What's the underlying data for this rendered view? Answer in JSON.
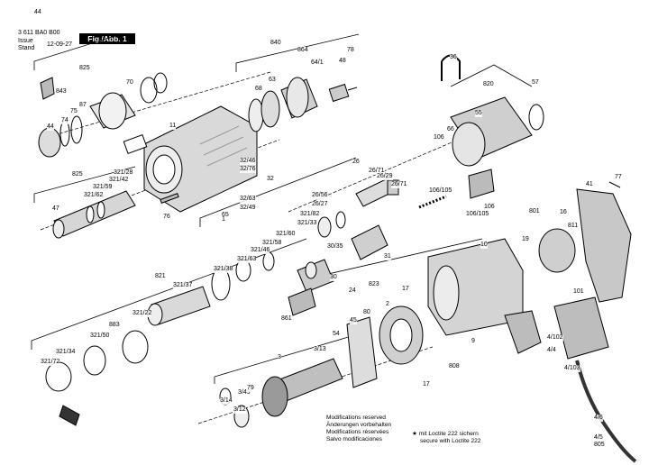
{
  "header": {
    "doc_number": "3 611 BA0 B00",
    "issue_label_line1": "Issue",
    "issue_label_line2": "Stand",
    "issue_date": "12-09-27",
    "figure_label": "Fig./Abb. 1"
  },
  "notes": {
    "mods_line1": "Modifications reserved",
    "mods_line2": "Änderungen vorbehalten",
    "mods_line3": "Modifications réservées",
    "mods_line4": "Salvo modificaciones",
    "loctite_marker": "★",
    "loctite_line1": "mit Loctite 222 sichern",
    "loctite_line2": "secure with Loctite 222"
  },
  "part_labels": [
    "44",
    "843",
    "825",
    "74",
    "75",
    "87",
    "70",
    "44",
    "840",
    "864",
    "64/1",
    "78",
    "68",
    "63",
    "48",
    "11",
    "36",
    "820",
    "57",
    "55",
    "66",
    "106",
    "106/105",
    "106",
    "106/105",
    "26",
    "26/71",
    "26/29",
    "26/71",
    "26/56",
    "26/27",
    "32/46",
    "32/76",
    "32",
    "32/63",
    "32/49",
    "65",
    "825",
    "321/28",
    "321/42",
    "321/59",
    "321/62",
    "47",
    "76",
    "321/82",
    "321/33",
    "321/60",
    "321/58",
    "321/46",
    "321/63",
    "321/38",
    "821",
    "321/37",
    "321/22",
    "883",
    "321/50",
    "321/34",
    "321/72",
    "30/35",
    "30",
    "31",
    "24",
    "823",
    "861",
    "10",
    "19",
    "801",
    "16",
    "811",
    "41",
    "77",
    "101",
    "4/102",
    "4/4",
    "4/103",
    "4/6",
    "4/5",
    "805",
    "17",
    "17",
    "2",
    "9",
    "808",
    "80",
    "45",
    "54",
    "3",
    "3/13",
    "3/49",
    "79",
    "3/14",
    "3/12",
    "1"
  ]
}
